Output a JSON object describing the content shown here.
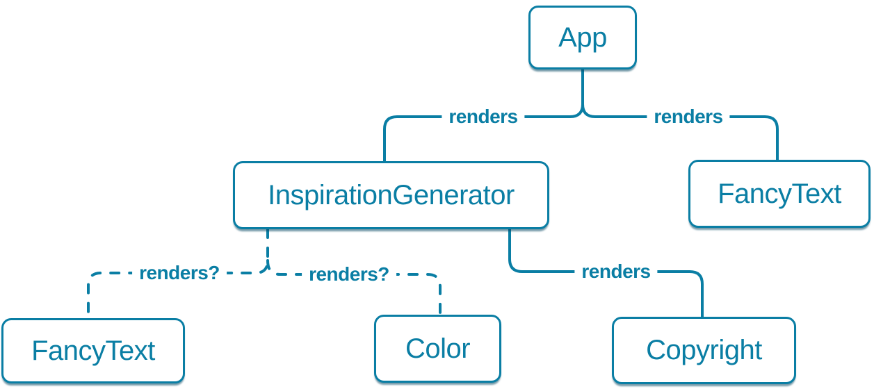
{
  "colors": {
    "accent": "#0a7ea4",
    "node_bg": "#ffffff",
    "shadow": "rgba(8, 73, 101, 0.55)"
  },
  "nodes": [
    {
      "id": "app",
      "label": "App"
    },
    {
      "id": "inspiration-generator",
      "label": "InspirationGenerator"
    },
    {
      "id": "fancy-text-top",
      "label": "FancyText"
    },
    {
      "id": "fancy-text-bottom",
      "label": "FancyText"
    },
    {
      "id": "color",
      "label": "Color"
    },
    {
      "id": "copyright",
      "label": "Copyright"
    }
  ],
  "edges": [
    {
      "from": "App",
      "to": "InspirationGenerator",
      "label": "renders",
      "style": "solid"
    },
    {
      "from": "App",
      "to": "FancyText",
      "label": "renders",
      "style": "solid"
    },
    {
      "from": "InspirationGenerator",
      "to": "FancyText",
      "label": "renders?",
      "style": "dashed"
    },
    {
      "from": "InspirationGenerator",
      "to": "Color",
      "label": "renders?",
      "style": "dashed"
    },
    {
      "from": "InspirationGenerator",
      "to": "Copyright",
      "label": "renders",
      "style": "solid"
    }
  ]
}
